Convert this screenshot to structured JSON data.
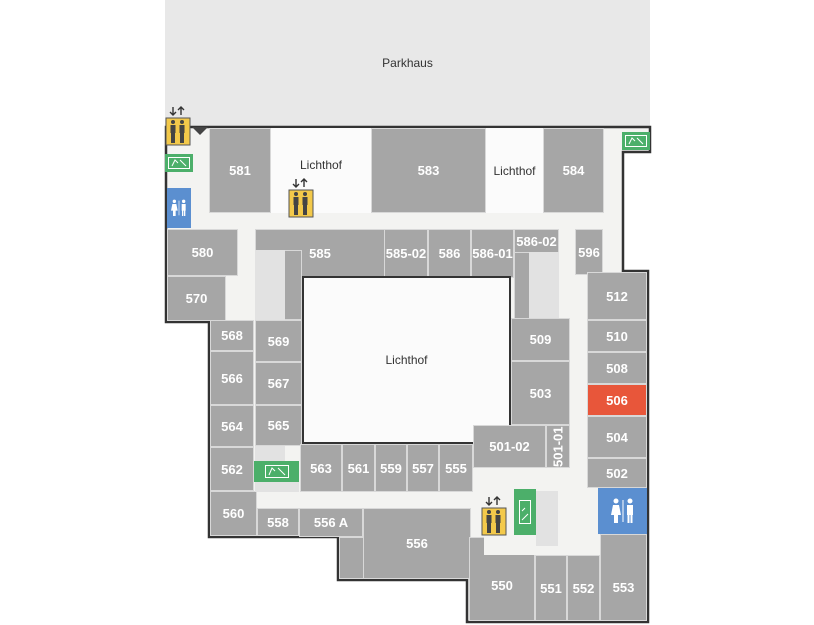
{
  "map": {
    "parking_label": "Parkhaus",
    "courtyard_label": "Lichthof",
    "highlighted_room": "506",
    "colors": {
      "room": "#a6a6a6",
      "highlight": "#e8563a",
      "wc": "#5b8fd0",
      "exit": "#4caf6a",
      "elevator": "#f3c94a",
      "corridor": "#f3f3f1"
    },
    "rooms": {
      "r581": "581",
      "r583": "583",
      "r584": "584",
      "r580": "580",
      "r570": "570",
      "r585": "585",
      "r585_02": "585-02",
      "r586": "586",
      "r586_01": "586-01",
      "r586_02": "586-02",
      "r596": "596",
      "r512": "512",
      "r510": "510",
      "r508": "508",
      "r506": "506",
      "r504": "504",
      "r502": "502",
      "r509": "509",
      "r503": "503",
      "r501_01": "501-01",
      "r501_02": "501-02",
      "r569": "569",
      "r567": "567",
      "r565": "565",
      "r568": "568",
      "r566": "566",
      "r564": "564",
      "r562": "562",
      "r560": "560",
      "r558": "558",
      "r556a": "556 A",
      "r556": "556",
      "r563": "563",
      "r561": "561",
      "r559": "559",
      "r557": "557",
      "r555": "555",
      "r550": "550",
      "r551": "551",
      "r552": "552",
      "r553": "553"
    }
  }
}
